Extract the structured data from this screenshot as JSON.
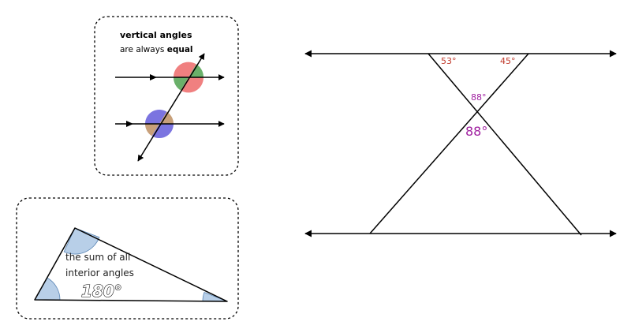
{
  "vertical_card": {
    "title": "vertical angles",
    "line2_prefix": "are always ",
    "line2_emphasis": "equal",
    "colors": {
      "upper_left_right": "#f08080",
      "upper_top_bottom": "#6ab06a",
      "lower_left_right": "#7b74e0",
      "lower_top_bottom": "#c8a07a"
    }
  },
  "triangle_card": {
    "text_line1": "the sum of all",
    "text_line2": "interior angles",
    "total": "180°",
    "angle_fill": "#b8cfe8"
  },
  "main_figure": {
    "angle_top_left": "53°",
    "angle_top_right": "45°",
    "angle_vertex_top": "88°",
    "angle_vertex_bottom": "88°",
    "label_color_red": "#c0392b",
    "label_color_purple": "#a020a0"
  }
}
